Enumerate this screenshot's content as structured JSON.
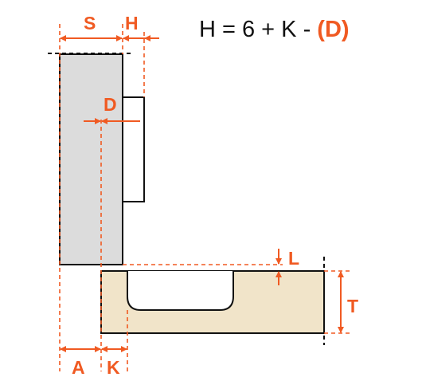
{
  "colors": {
    "accent": "#f05a22",
    "door_panel": "#dcdcdc",
    "cabinet_side": "#f1e4c9",
    "outline": "#111111"
  },
  "formula": {
    "prefix": "H = 6 + K - ",
    "highlight": "(D)"
  },
  "labels": {
    "S": "S",
    "H": "H",
    "D": "D",
    "L": "L",
    "T": "T",
    "A": "A",
    "K": "K"
  }
}
